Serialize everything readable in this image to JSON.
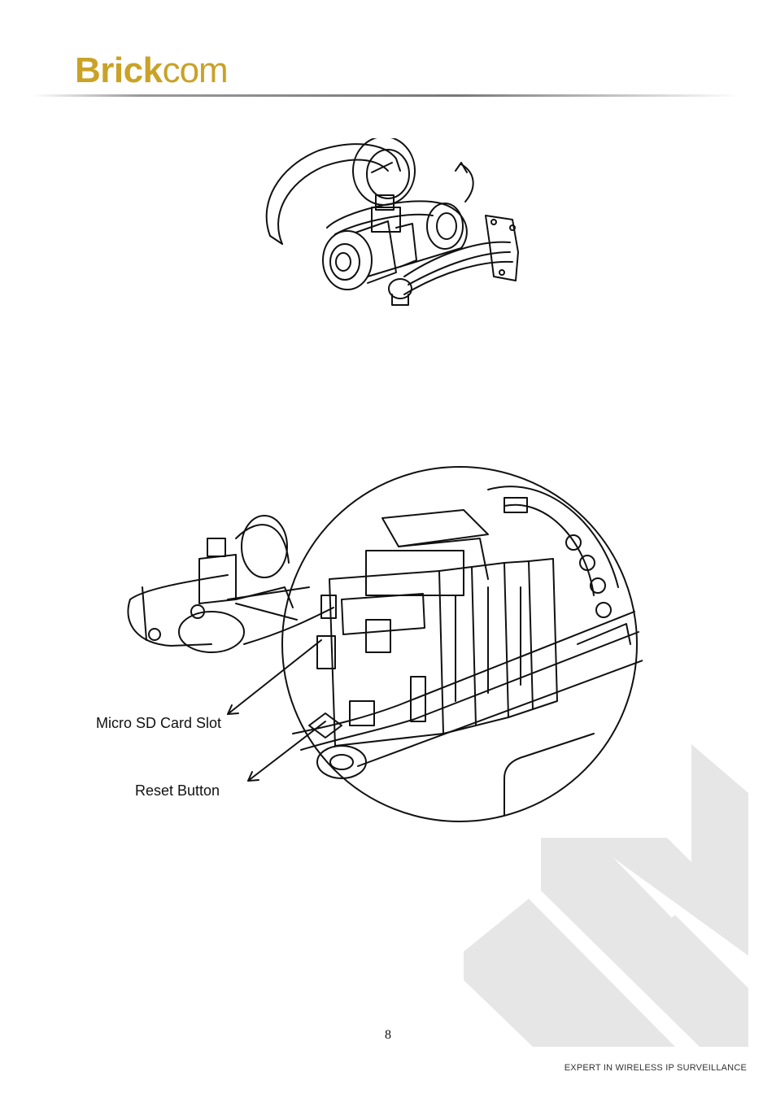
{
  "header": {
    "logo_brick": "Brick",
    "logo_com": "com",
    "accent_color": "#c9a227"
  },
  "figure_top": {
    "icon": "camera-housing-open-icon"
  },
  "figure_bottom": {
    "icon": "camera-board-closeup-icon",
    "callouts": [
      {
        "label": "Micro SD Card Slot"
      },
      {
        "label": "Reset Button"
      }
    ]
  },
  "page_number": "8",
  "footer": {
    "tagline": "EXPERT IN WIRELESS IP SURVEILLANCE"
  },
  "watermark": {
    "icon": "brickcom-watermark-icon",
    "color": "#e6e6e6"
  }
}
